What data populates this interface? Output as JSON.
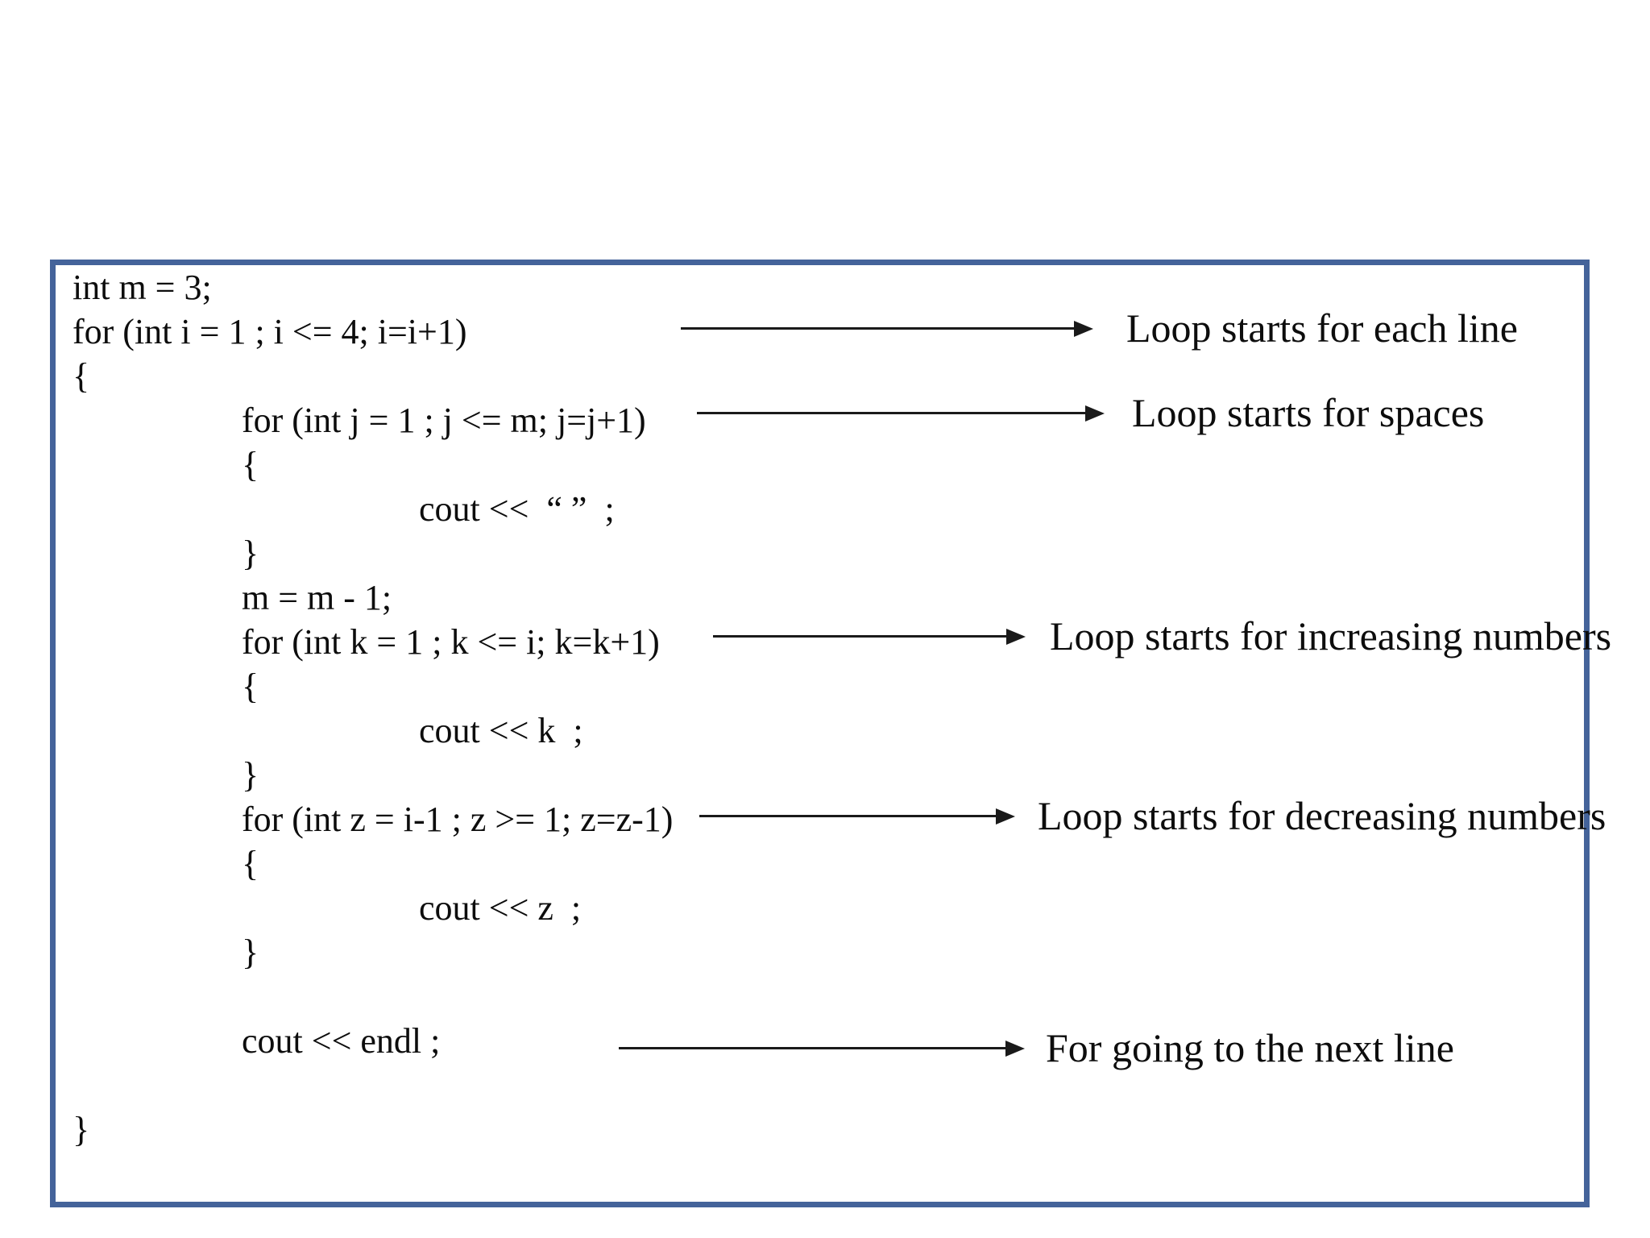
{
  "colors": {
    "frame_border": "#44639A",
    "arrow": "#1a1a1a",
    "text": "#0d0d0d"
  },
  "code": {
    "language": "cpp",
    "lines": [
      {
        "indent": 0,
        "text": "int m = 3;"
      },
      {
        "indent": 0,
        "text": "for (int i = 1 ; i <= 4; i=i+1)"
      },
      {
        "indent": 0,
        "text": "{"
      },
      {
        "indent": 1,
        "text": "for (int j = 1 ; j <= m; j=j+1)"
      },
      {
        "indent": 1,
        "text": "{"
      },
      {
        "indent": 2,
        "text": "cout <<  “ ”  ;"
      },
      {
        "indent": 1,
        "text": "}"
      },
      {
        "indent": 1,
        "text": "m = m - 1;"
      },
      {
        "indent": 1,
        "text": "for (int k = 1 ; k <= i; k=k+1)"
      },
      {
        "indent": 1,
        "text": "{"
      },
      {
        "indent": 2,
        "text": "cout << k  ;"
      },
      {
        "indent": 1,
        "text": "}"
      },
      {
        "indent": 1,
        "text": "for (int z = i-1 ; z >= 1; z=z-1)"
      },
      {
        "indent": 1,
        "text": "{"
      },
      {
        "indent": 2,
        "text": "cout << z  ;"
      },
      {
        "indent": 1,
        "text": "}"
      },
      {
        "indent": 0,
        "text": ""
      },
      {
        "indent": 1,
        "text": "cout << endl ;"
      },
      {
        "indent": 0,
        "text": ""
      },
      {
        "indent": 0,
        "text": "}"
      }
    ]
  },
  "annotations": [
    {
      "label": "Loop starts for each line"
    },
    {
      "label": "Loop starts for spaces"
    },
    {
      "label": "Loop starts for increasing numbers"
    },
    {
      "label": "Loop starts for decreasing numbers"
    },
    {
      "label": "For going to the next line"
    }
  ]
}
